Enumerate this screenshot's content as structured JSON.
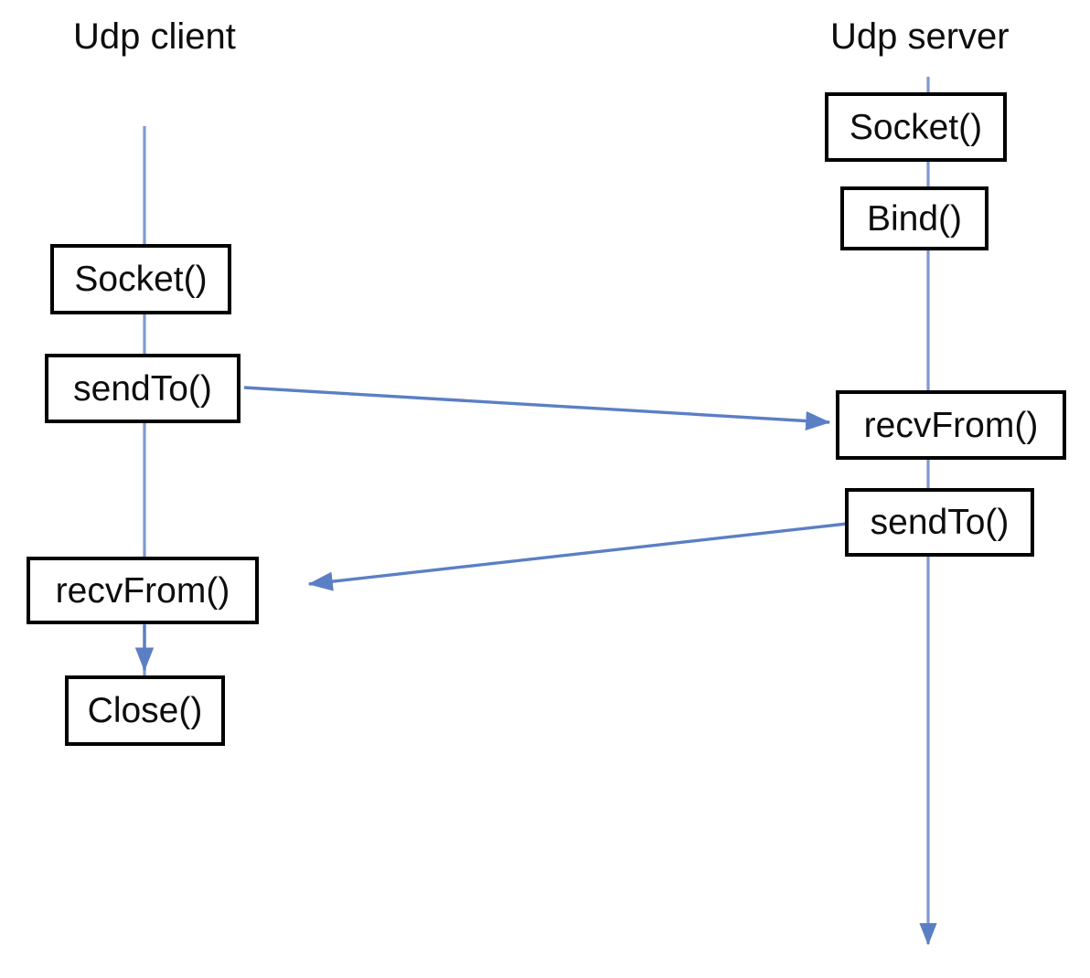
{
  "diagram": {
    "title_client": "Udp client",
    "title_server": "Udp server",
    "colors": {
      "lifeline": "#5b7fc4",
      "arrow": "#5b7fc4",
      "box_border": "#000000",
      "box_fill": "#ffffff",
      "text": "#0d0d0d",
      "background": "#ffffff"
    },
    "client_steps": [
      {
        "label": "Socket()"
      },
      {
        "label": "sendTo()"
      },
      {
        "label": "recvFrom()"
      },
      {
        "label": "Close()"
      }
    ],
    "server_steps": [
      {
        "label": "Socket()"
      },
      {
        "label": "Bind()"
      },
      {
        "label": "recvFrom()"
      },
      {
        "label": "sendTo()"
      }
    ],
    "messages": [
      {
        "from": "client sendTo()",
        "to": "server recvFrom()",
        "direction": "right"
      },
      {
        "from": "server sendTo()",
        "to": "client recvFrom()",
        "direction": "left"
      },
      {
        "from": "client recvFrom()",
        "to": "client Close()",
        "direction": "down"
      }
    ]
  }
}
